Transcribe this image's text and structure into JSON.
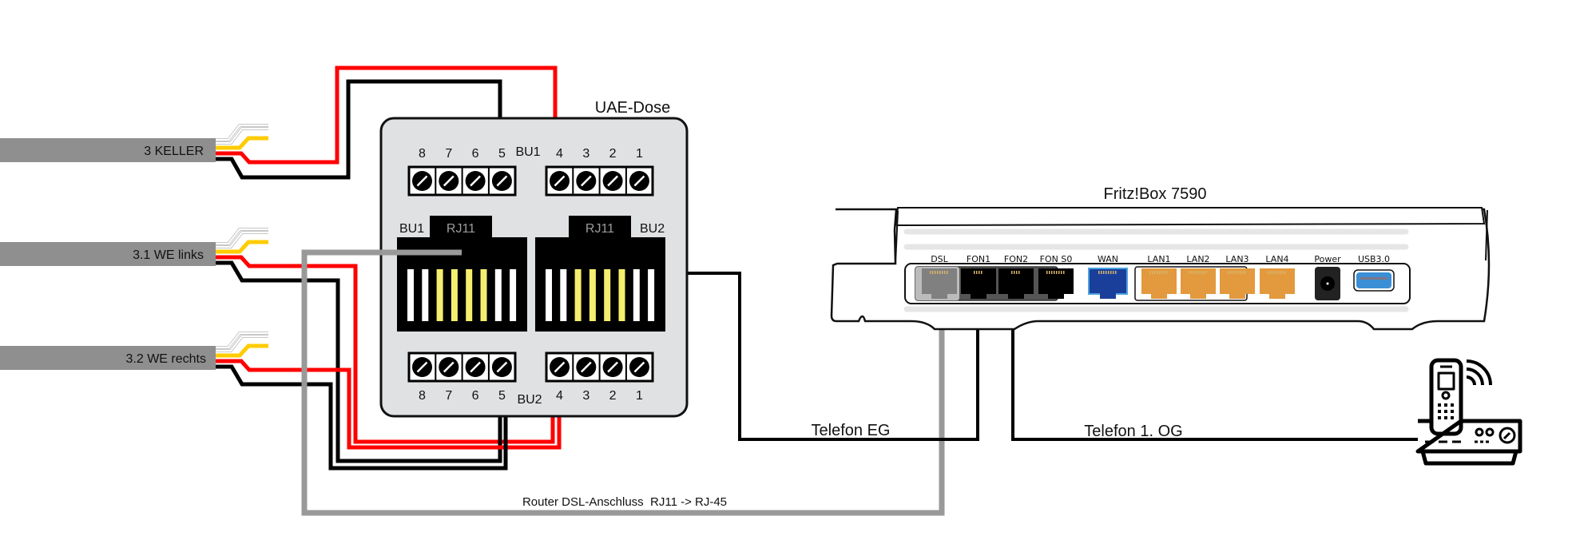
{
  "cables": [
    {
      "label": "3 KELLER"
    },
    {
      "label": "3.1 WE links"
    },
    {
      "label": "3.2 WE rechts"
    }
  ],
  "wire_colors": {
    "white": "#ffffff",
    "yellow": "#ffcc00",
    "red": "#ff0000",
    "black": "#000000",
    "cable_jacket": "#8f8f8f",
    "dsl_cable": "#999999"
  },
  "uae": {
    "title": "UAE-Dose",
    "top_left_terminals": [
      "8",
      "7",
      "6",
      "5"
    ],
    "top_right_terminals": [
      "4",
      "3",
      "2",
      "1"
    ],
    "top_group_label": "BU1",
    "bottom_left_terminals": [
      "8",
      "7",
      "6",
      "5"
    ],
    "bottom_right_terminals": [
      "4",
      "3",
      "2",
      "1"
    ],
    "bottom_group_label": "BU2",
    "jack_left": {
      "name": "BU1",
      "type": "RJ11"
    },
    "jack_right": {
      "name": "BU2",
      "type": "RJ11"
    },
    "jack_pin_colors": [
      "#ffffff",
      "#ffffff",
      "#f5ee6e",
      "#f5ee6e",
      "#f5ee6e",
      "#f5ee6e",
      "#ffffff",
      "#ffffff"
    ]
  },
  "router": {
    "title": "Fritz!Box 7590",
    "ports": [
      {
        "label": "DSL",
        "color": "#808080"
      },
      {
        "label": "FON1",
        "color": "#000000"
      },
      {
        "label": "FON2",
        "color": "#000000"
      },
      {
        "label": "FON S0",
        "color": "#000000"
      },
      {
        "label": "WAN",
        "color": "#1a3f9b"
      },
      {
        "label": "LAN1",
        "color": "#e3993d"
      },
      {
        "label": "LAN2",
        "color": "#e3993d"
      },
      {
        "label": "LAN3",
        "color": "#e3993d"
      },
      {
        "label": "LAN4",
        "color": "#e3993d"
      },
      {
        "label": "Power",
        "color": "#222222"
      },
      {
        "label": "USB3.0",
        "color": "#3b8fd6"
      }
    ]
  },
  "connections": {
    "telefon_eg": "Telefon EG",
    "telefon_og": "Telefon 1. OG",
    "dsl": "Router DSL-Anschluss  RJ11 -> RJ-45"
  },
  "devices": {
    "phone_icon": "cordless-phone-base-icon"
  }
}
